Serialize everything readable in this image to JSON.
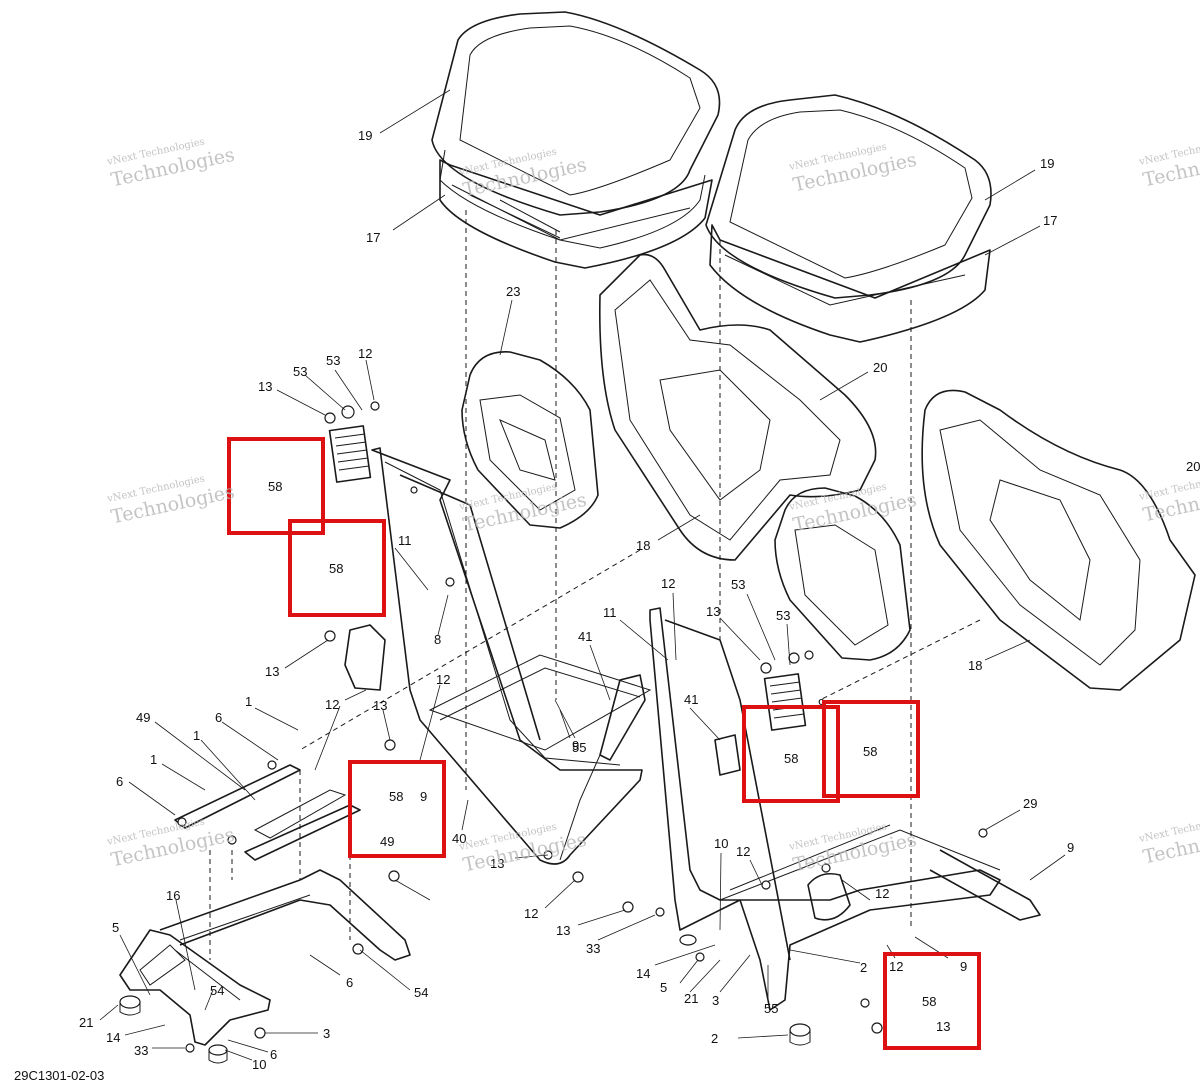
{
  "drawing_reference": "29C1301-02-03",
  "watermark": {
    "line1": "vNext Technologies",
    "line2": "Technologies"
  },
  "callouts": [
    "19",
    "17",
    "19",
    "17",
    "23",
    "20",
    "20",
    "18",
    "18",
    "13",
    "53",
    "53",
    "12",
    "11",
    "8",
    "13",
    "12",
    "13",
    "1",
    "49",
    "6",
    "1",
    "6",
    "1",
    "12",
    "9",
    "40",
    "11",
    "41",
    "41",
    "13",
    "53",
    "53",
    "12",
    "9",
    "10",
    "12",
    "13",
    "12",
    "13",
    "33",
    "14",
    "5",
    "21",
    "3",
    "55",
    "2",
    "29",
    "9",
    "12",
    "55",
    "5",
    "16",
    "6",
    "54",
    "21",
    "14",
    "33",
    "10",
    "6",
    "3",
    "54",
    "2"
  ],
  "highlights": [
    {
      "label": "58"
    },
    {
      "label": "58"
    },
    {
      "label": "58",
      "sub": "9",
      "sub2": "49"
    },
    {
      "label": "58"
    },
    {
      "label": "58"
    },
    {
      "label": "58",
      "sub": "12",
      "sub2": "9",
      "sub3": "13"
    }
  ]
}
